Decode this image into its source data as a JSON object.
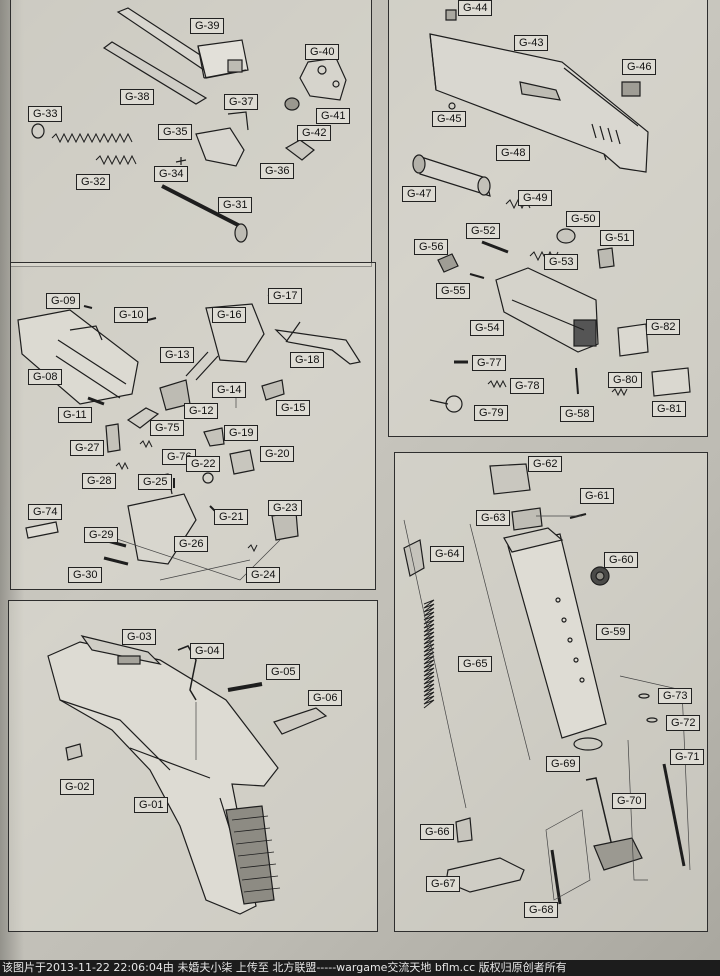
{
  "panels": {
    "barrel_group": [
      "G-31",
      "G-32",
      "G-33",
      "G-34",
      "G-35",
      "G-36",
      "G-37",
      "G-38",
      "G-39",
      "G-40",
      "G-41",
      "G-42"
    ],
    "slide_group": [
      "G-43",
      "G-44",
      "G-45",
      "G-46",
      "G-47",
      "G-48",
      "G-49",
      "G-50",
      "G-51",
      "G-52",
      "G-53",
      "G-54",
      "G-55",
      "G-56",
      "G-58",
      "G-77",
      "G-78",
      "G-79",
      "G-80",
      "G-81",
      "G-82"
    ],
    "trigger_group": [
      "G-08",
      "G-09",
      "G-10",
      "G-11",
      "G-12",
      "G-13",
      "G-14",
      "G-15",
      "G-16",
      "G-17",
      "G-18",
      "G-19",
      "G-20",
      "G-21",
      "G-22",
      "G-23",
      "G-24",
      "G-25",
      "G-26",
      "G-27",
      "G-28",
      "G-29",
      "G-30",
      "G-74",
      "G-75",
      "G-76"
    ],
    "frame_group": [
      "G-01",
      "G-02",
      "G-03",
      "G-04",
      "G-05",
      "G-06"
    ],
    "magazine_group": [
      "G-59",
      "G-60",
      "G-61",
      "G-62",
      "G-63",
      "G-64",
      "G-65",
      "G-66",
      "G-67",
      "G-68",
      "G-69",
      "G-70",
      "G-71",
      "G-72",
      "G-73"
    ]
  },
  "labels": {
    "g01": "G-01",
    "g02": "G-02",
    "g03": "G-03",
    "g04": "G-04",
    "g05": "G-05",
    "g06": "G-06",
    "g08": "G-08",
    "g09": "G-09",
    "g10": "G-10",
    "g11": "G-11",
    "g12": "G-12",
    "g13": "G-13",
    "g14": "G-14",
    "g15": "G-15",
    "g16": "G-16",
    "g17": "G-17",
    "g18": "G-18",
    "g19": "G-19",
    "g20": "G-20",
    "g21": "G-21",
    "g22": "G-22",
    "g23": "G-23",
    "g24": "G-24",
    "g25": "G-25",
    "g26": "G-26",
    "g27": "G-27",
    "g28": "G-28",
    "g29": "G-29",
    "g30": "G-30",
    "g31": "G-31",
    "g32": "G-32",
    "g33": "G-33",
    "g34": "G-34",
    "g35": "G-35",
    "g36": "G-36",
    "g37": "G-37",
    "g38": "G-38",
    "g39": "G-39",
    "g40": "G-40",
    "g41": "G-41",
    "g42": "G-42",
    "g43": "G-43",
    "g44": "G-44",
    "g45": "G-45",
    "g46": "G-46",
    "g47": "G-47",
    "g48": "G-48",
    "g49": "G-49",
    "g50": "G-50",
    "g51": "G-51",
    "g52": "G-52",
    "g53": "G-53",
    "g54": "G-54",
    "g55": "G-55",
    "g56": "G-56",
    "g58": "G-58",
    "g59": "G-59",
    "g60": "G-60",
    "g61": "G-61",
    "g62": "G-62",
    "g63": "G-63",
    "g64": "G-64",
    "g65": "G-65",
    "g66": "G-66",
    "g67": "G-67",
    "g68": "G-68",
    "g69": "G-69",
    "g70": "G-70",
    "g71": "G-71",
    "g72": "G-72",
    "g73": "G-73",
    "g74": "G-74",
    "g75": "G-75",
    "g76": "G-76",
    "g77": "G-77",
    "g78": "G-78",
    "g79": "G-79",
    "g80": "G-80",
    "g81": "G-81",
    "g82": "G-82"
  },
  "footer": {
    "text": "该图片于2013-11-22 22:06:04由 未婚夫小柒 上传至 北方联盟-----wargame交流天地 bflm.cc 版权归原创者所有"
  }
}
